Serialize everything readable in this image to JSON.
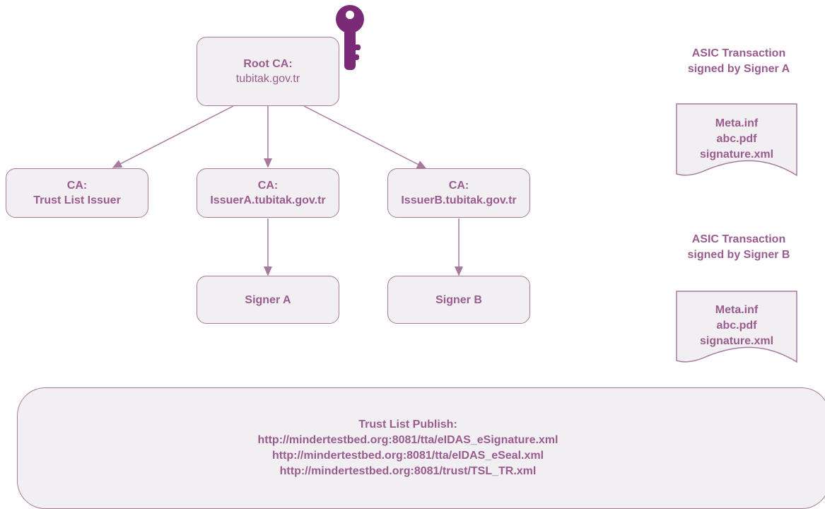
{
  "root_ca": {
    "title": "Root CA:",
    "domain": "tubitak.gov.tr"
  },
  "ca_trust": {
    "title": "CA:",
    "name": "Trust List Issuer"
  },
  "ca_issuer_a": {
    "title": "CA:",
    "name": "IssuerA.tubitak.gov.tr"
  },
  "ca_issuer_b": {
    "title": "CA:",
    "name": "IssuerB.tubitak.gov.tr"
  },
  "signer_a": {
    "label": "Signer A"
  },
  "signer_b": {
    "label": "Signer B"
  },
  "asic_a": {
    "title_line1": "ASIC Transaction",
    "title_line2": "signed by Signer A",
    "files": [
      "Meta.inf",
      "abc.pdf",
      "signature.xml"
    ]
  },
  "asic_b": {
    "title_line1": "ASIC Transaction",
    "title_line2": "signed by Signer B",
    "files": [
      "Meta.inf",
      "abc.pdf",
      "signature.xml"
    ]
  },
  "publish": {
    "title": "Trust List Publish:",
    "urls": [
      "http://mindertestbed.org:8081/tta/eIDAS_eSignature.xml",
      "http://mindertestbed.org:8081/tta/eIDAS_eSeal.xml",
      "http://mindertestbed.org:8081/trust/TSL_TR.xml"
    ]
  },
  "colors": {
    "accent": "#9a5c8e",
    "border": "#a77a9d",
    "fill": "#f1eff1",
    "key": "#7b2a78"
  },
  "icons": {
    "key": "key-icon"
  }
}
